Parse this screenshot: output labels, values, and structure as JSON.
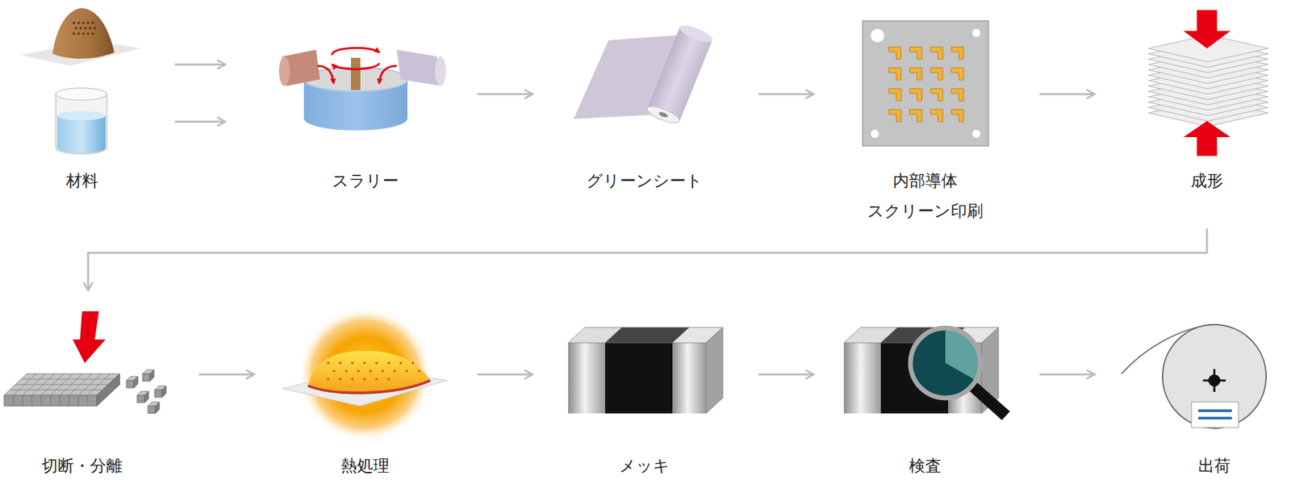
{
  "diagram": {
    "nodes": [
      {
        "text": [
          "材料"
        ]
      },
      {
        "text": [
          "スラリー"
        ]
      },
      {
        "text": [
          "グリーンシート"
        ]
      },
      {
        "text": [
          "内部導体 スクリーン印刷"
        ]
      },
      {
        "text": [
          "成形"
        ]
      },
      {
        "text": [
          "切断・分離"
        ]
      },
      {
        "text": [
          "熱処理"
        ]
      },
      {
        "text": [
          "メッキ"
        ]
      },
      {
        "text": [
          "検査"
        ]
      },
      {
        "text": [
          "出荷"
        ]
      }
    ],
    "edges": [
      {
        "from": 0,
        "to": 1,
        "arrow": "to"
      },
      {
        "from": 0,
        "to": 1,
        "arrow": "to"
      },
      {
        "from": 1,
        "to": 2,
        "arrow": "to"
      },
      {
        "from": 2,
        "to": 3,
        "arrow": "to"
      },
      {
        "from": 3,
        "to": 4,
        "arrow": "to"
      },
      {
        "from": 4,
        "to": 5,
        "arrow": "to"
      },
      {
        "from": 5,
        "to": 6,
        "arrow": "to"
      },
      {
        "from": 6,
        "to": 7,
        "arrow": "to"
      },
      {
        "from": 7,
        "to": 8,
        "arrow": "to"
      },
      {
        "from": 8,
        "to": 9,
        "arrow": "to"
      }
    ]
  }
}
